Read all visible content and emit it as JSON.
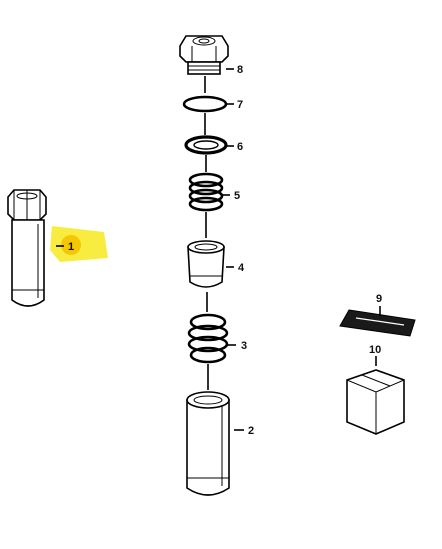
{
  "diagram": {
    "callouts": {
      "p1": "1",
      "p2": "2",
      "p3": "3",
      "p4": "4",
      "p5": "5",
      "p6": "6",
      "p7": "7",
      "p8": "8",
      "p9": "9",
      "p10": "10"
    },
    "highlight_color": "#f5e000"
  }
}
